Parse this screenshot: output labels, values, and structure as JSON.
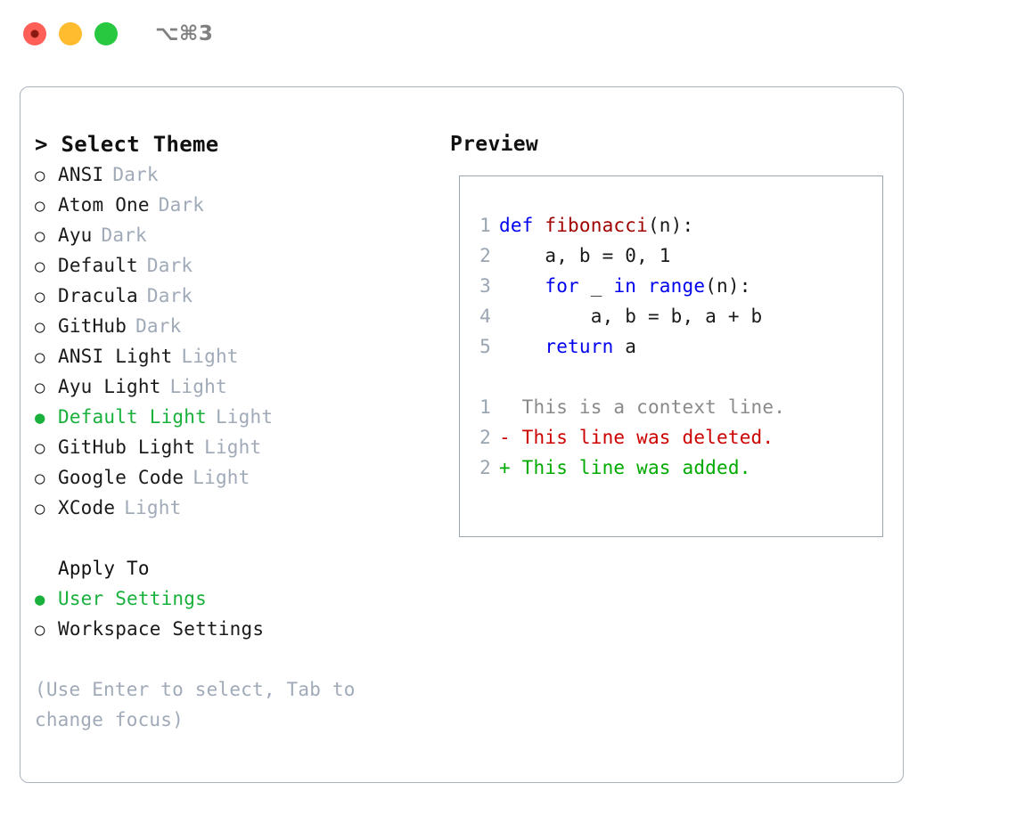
{
  "titlebar": {
    "shortcut": "⌥⌘3",
    "lights": [
      "close-red",
      "minimize-yellow",
      "maximize-green"
    ]
  },
  "theme_picker": {
    "heading": "> Select Theme",
    "markers": {
      "selected": "●",
      "unselected": "○"
    },
    "selected_color": "#19b03c",
    "items": [
      {
        "marker": "○",
        "name": "ANSI",
        "variant": "Dark",
        "selected": false
      },
      {
        "marker": "○",
        "name": "Atom One",
        "variant": "Dark",
        "selected": false
      },
      {
        "marker": "○",
        "name": "Ayu",
        "variant": "Dark",
        "selected": false
      },
      {
        "marker": "○",
        "name": "Default",
        "variant": "Dark",
        "selected": false
      },
      {
        "marker": "○",
        "name": "Dracula",
        "variant": "Dark",
        "selected": false
      },
      {
        "marker": "○",
        "name": "GitHub",
        "variant": "Dark",
        "selected": false
      },
      {
        "marker": "○",
        "name": "ANSI Light",
        "variant": "Light",
        "selected": false
      },
      {
        "marker": "○",
        "name": "Ayu Light",
        "variant": "Light",
        "selected": false
      },
      {
        "marker": "●",
        "name": "Default Light",
        "variant": "Light",
        "selected": true
      },
      {
        "marker": "○",
        "name": "GitHub Light",
        "variant": "Light",
        "selected": false
      },
      {
        "marker": "○",
        "name": "Google Code",
        "variant": "Light",
        "selected": false
      },
      {
        "marker": "○",
        "name": "XCode",
        "variant": "Light",
        "selected": false
      }
    ]
  },
  "apply_to": {
    "heading": "Apply To",
    "items": [
      {
        "marker": "●",
        "label": "User Settings",
        "selected": true
      },
      {
        "marker": "○",
        "label": "Workspace Settings",
        "selected": false
      }
    ]
  },
  "hint": {
    "line1": "(Use Enter to select, Tab to",
    "line2": "change focus)"
  },
  "preview": {
    "title": "Preview",
    "code": [
      {
        "no": "1",
        "tokens": [
          {
            "t": "def ",
            "c": "kw"
          },
          {
            "t": "fibonacci",
            "c": "fn"
          },
          {
            "t": "(n):",
            "c": "plain"
          }
        ]
      },
      {
        "no": "2",
        "tokens": [
          {
            "t": "    a, b = 0, 1",
            "c": "plain"
          }
        ]
      },
      {
        "no": "3",
        "tokens": [
          {
            "t": "    ",
            "c": "plain"
          },
          {
            "t": "for",
            "c": "kw"
          },
          {
            "t": " _ ",
            "c": "plain"
          },
          {
            "t": "in",
            "c": "kw"
          },
          {
            "t": " ",
            "c": "plain"
          },
          {
            "t": "range",
            "c": "kw"
          },
          {
            "t": "(n):",
            "c": "plain"
          }
        ]
      },
      {
        "no": "4",
        "tokens": [
          {
            "t": "        a, b = b, a + b",
            "c": "plain"
          }
        ]
      },
      {
        "no": "5",
        "tokens": [
          {
            "t": "    ",
            "c": "plain"
          },
          {
            "t": "return",
            "c": "kw"
          },
          {
            "t": " a",
            "c": "plain"
          }
        ]
      }
    ],
    "diff": [
      {
        "no": "1",
        "text": "  This is a context line.",
        "kind": "ctx"
      },
      {
        "no": "2",
        "text": "- This line was deleted.",
        "kind": "del"
      },
      {
        "no": "2",
        "text": "+ This line was added.",
        "kind": "add"
      }
    ],
    "colors": {
      "keyword": "#0000ee",
      "function": "#a00000",
      "lineno": "#9aa5b1",
      "context": "#8a8a8a",
      "deleted": "#cc0000",
      "added": "#00aa00"
    }
  }
}
